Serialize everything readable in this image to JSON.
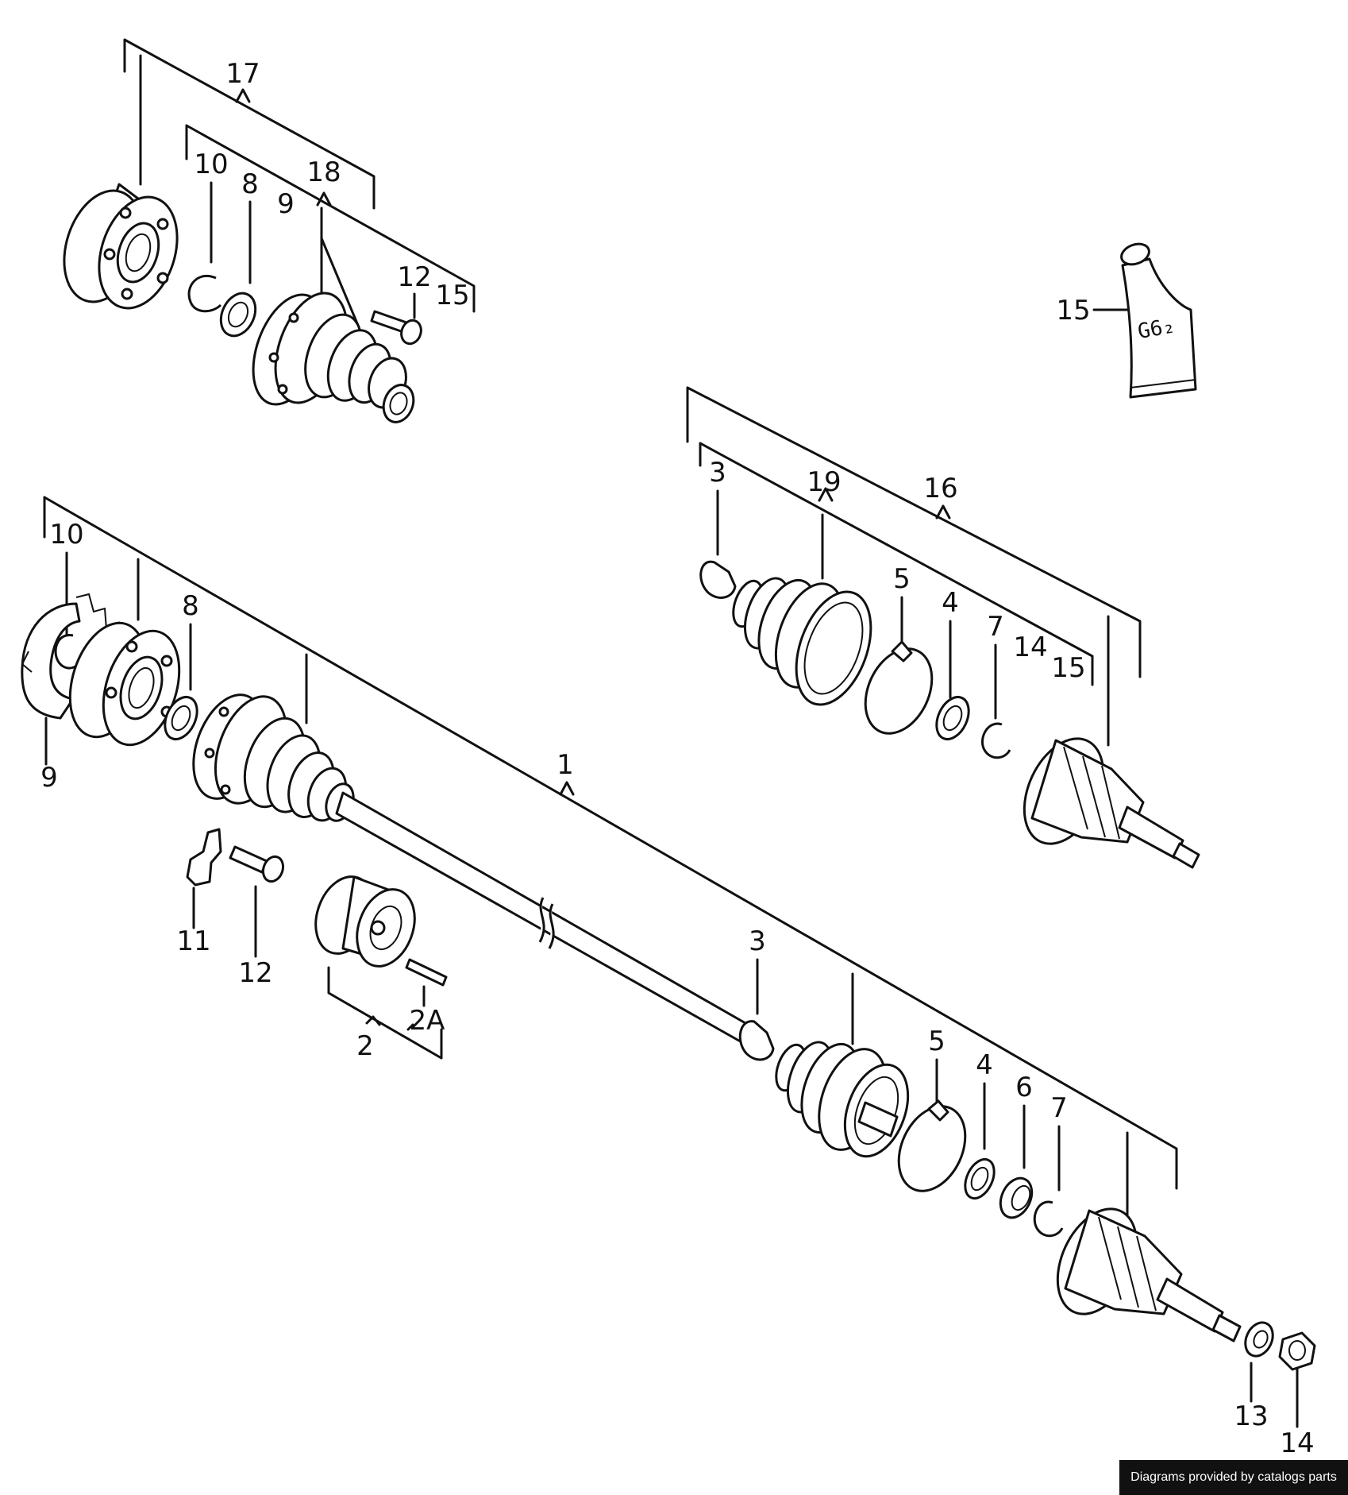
{
  "callouts": {
    "top_assembly": {
      "bracket_17": "17",
      "bracket_18": "18",
      "part_10": "10",
      "part_8": "8",
      "part_9": "9",
      "part_12": "12",
      "part_15": "15"
    },
    "grease_tube": {
      "part_15": "15",
      "tube_text": "G6₂"
    },
    "outer_joint_kit": {
      "bracket_16": "16",
      "bracket_19": "19",
      "part_3": "3",
      "part_5": "5",
      "part_4": "4",
      "part_7": "7",
      "part_14": "14",
      "part_15": "15"
    },
    "drive_shaft": {
      "bracket_1": "1",
      "part_10": "10",
      "part_8": "8",
      "part_9": "9",
      "part_11": "11",
      "part_12": "12",
      "bracket_2": "2",
      "part_2A": "2A",
      "part_3": "3",
      "part_5": "5",
      "part_4": "4",
      "part_6": "6",
      "part_7": "7",
      "part_13": "13",
      "part_14": "14"
    }
  },
  "credit": "Diagrams provided by catalogs parts"
}
